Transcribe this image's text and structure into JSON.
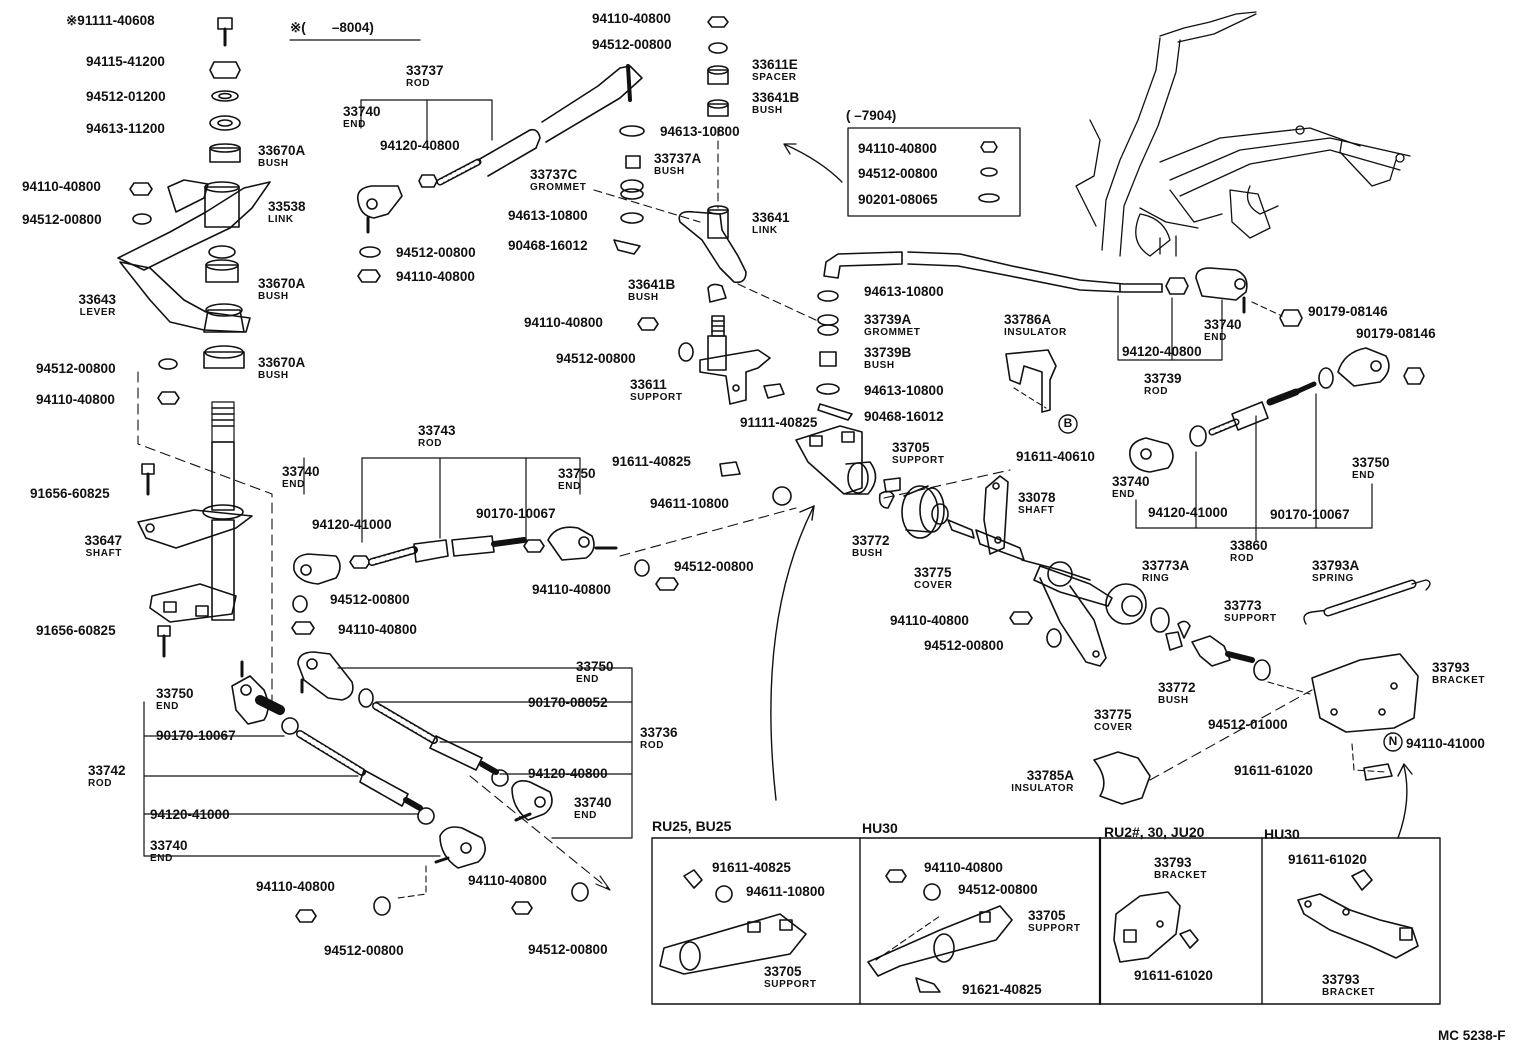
{
  "header": {
    "prefix": "※(",
    "serial": "–8004)"
  },
  "footer": {
    "code": "MC 5238-F"
  },
  "inset_range": "(       –7904)",
  "markers": {
    "b": "B",
    "n": "N"
  },
  "parts": {
    "p1": {
      "num": "※91111-40608"
    },
    "p2": {
      "num": "94115-41200"
    },
    "p3": {
      "num": "94512-01200"
    },
    "p4": {
      "num": "94613-11200"
    },
    "p5": {
      "num": "33670A",
      "name": "BUSH"
    },
    "p6": {
      "num": "94110-40800"
    },
    "p7": {
      "num": "94512-00800"
    },
    "p8": {
      "num": "33538",
      "name": "LINK"
    },
    "p9": {
      "num": "33670A",
      "name": "BUSH"
    },
    "p10": {
      "num": "33643",
      "name": "LEVER"
    },
    "p11": {
      "num": "94512-00800"
    },
    "p12": {
      "num": "33670A",
      "name": "BUSH"
    },
    "p13": {
      "num": "94110-40800"
    },
    "p14": {
      "num": "91656-60825"
    },
    "p15": {
      "num": "33647",
      "name": "SHAFT"
    },
    "p16": {
      "num": "91656-60825"
    },
    "p17": {
      "num": "33737",
      "name": "ROD"
    },
    "p18": {
      "num": "33740",
      "name": "END"
    },
    "p19": {
      "num": "94120-40800"
    },
    "p20": {
      "num": "94512-00800"
    },
    "p21": {
      "num": "94110-40800"
    },
    "p22": {
      "num": "94110-40800"
    },
    "p23": {
      "num": "94512-00800"
    },
    "p24": {
      "num": "33611E",
      "name": "SPACER"
    },
    "p25": {
      "num": "33641B",
      "name": "BUSH"
    },
    "p26": {
      "num": "94613-10800"
    },
    "p27": {
      "num": "33737A",
      "name": "BUSH"
    },
    "p28": {
      "num": "33737C",
      "name": "GROMMET"
    },
    "p29": {
      "num": "94613-10800"
    },
    "p30": {
      "num": "33641",
      "name": "LINK"
    },
    "p31": {
      "num": "90468-16012"
    },
    "p32": {
      "num": "33641B",
      "name": "BUSH"
    },
    "p33": {
      "num": "94110-40800"
    },
    "p34": {
      "num": "94512-00800"
    },
    "p35": {
      "num": "33611",
      "name": "SUPPORT"
    },
    "p36": {
      "num": "91111-40825"
    },
    "p37": {
      "num": "94110-40800"
    },
    "p38": {
      "num": "94512-00800"
    },
    "p39": {
      "num": "90201-08065"
    },
    "p40": {
      "num": "94613-10800"
    },
    "p41": {
      "num": "33739A",
      "name": "GROMMET"
    },
    "p42": {
      "num": "33739B",
      "name": "BUSH"
    },
    "p43": {
      "num": "94613-10800"
    },
    "p44": {
      "num": "90468-16012"
    },
    "p45": {
      "num": "33786A",
      "name": "INSULATOR"
    },
    "p46": {
      "num": "33740",
      "name": "END"
    },
    "p47": {
      "num": "94120-40800"
    },
    "p48": {
      "num": "33739",
      "name": "ROD"
    },
    "p49": {
      "num": "90179-08146"
    },
    "p50": {
      "num": "90179-08146"
    },
    "p51": {
      "num": "33743",
      "name": "ROD"
    },
    "p52": {
      "num": "33740",
      "name": "END"
    },
    "p53": {
      "num": "33750",
      "name": "END"
    },
    "p54": {
      "num": "94120-41000"
    },
    "p55": {
      "num": "90170-10067"
    },
    "p56": {
      "num": "91611-40825"
    },
    "p57": {
      "num": "94611-10800"
    },
    "p58": {
      "num": "33705",
      "name": "SUPPORT"
    },
    "p59": {
      "num": "91611-40610"
    },
    "p60": {
      "num": "33740",
      "name": "END"
    },
    "p61": {
      "num": "33750",
      "name": "END"
    },
    "p62": {
      "num": "94512-00800"
    },
    "p63": {
      "num": "94110-40800"
    },
    "p64": {
      "num": "94512-00800"
    },
    "p65": {
      "num": "94110-40800"
    },
    "p66": {
      "num": "33772",
      "name": "BUSH"
    },
    "p67": {
      "num": "33775",
      "name": "COVER"
    },
    "p68": {
      "num": "33078",
      "name": "SHAFT"
    },
    "p69": {
      "num": "94120-41000"
    },
    "p70": {
      "num": "90170-10067"
    },
    "p71": {
      "num": "33860",
      "name": "ROD"
    },
    "p72": {
      "num": "33773A",
      "name": "RING"
    },
    "p73": {
      "num": "33793A",
      "name": "SPRING"
    },
    "p74": {
      "num": "94110-40800"
    },
    "p75": {
      "num": "94512-00800"
    },
    "p76": {
      "num": "33773",
      "name": "SUPPORT"
    },
    "p77": {
      "num": "33750",
      "name": "END"
    },
    "p78": {
      "num": "33750",
      "name": "END"
    },
    "p79": {
      "num": "90170-08052"
    },
    "p80": {
      "num": "90170-10067"
    },
    "p81": {
      "num": "33736",
      "name": "ROD"
    },
    "p82": {
      "num": "33742",
      "name": "ROD"
    },
    "p83": {
      "num": "94120-40800"
    },
    "p84": {
      "num": "94120-41000"
    },
    "p85": {
      "num": "33740",
      "name": "END"
    },
    "p86": {
      "num": "33740",
      "name": "END"
    },
    "p87": {
      "num": "94110-40800"
    },
    "p88": {
      "num": "94110-40800"
    },
    "p89": {
      "num": "94512-00800"
    },
    "p90": {
      "num": "94512-00800"
    },
    "p91": {
      "num": "33772",
      "name": "BUSH"
    },
    "p92": {
      "num": "33775",
      "name": "COVER"
    },
    "p93": {
      "num": "94512-01000"
    },
    "p94": {
      "num": "33793",
      "name": "BRACKET"
    },
    "p95": {
      "num": "94110-41000"
    },
    "p96": {
      "num": "91611-61020"
    },
    "p97": {
      "num": "33785A",
      "name": "INSULATOR"
    }
  },
  "panels": {
    "a": {
      "title": "RU25, BU25",
      "parts": [
        {
          "num": "91611-40825"
        },
        {
          "num": "94611-10800"
        },
        {
          "num": "33705",
          "name": "SUPPORT"
        }
      ]
    },
    "b": {
      "title": "HU30",
      "parts": [
        {
          "num": "94110-40800"
        },
        {
          "num": "94512-00800"
        },
        {
          "num": "33705",
          "name": "SUPPORT"
        },
        {
          "num": "91621-40825"
        }
      ]
    },
    "c": {
      "title": "RU2#, 30, JU20",
      "parts": [
        {
          "num": "33793",
          "name": "BRACKET"
        },
        {
          "num": "91611-61020"
        }
      ]
    },
    "d": {
      "title": "HU30",
      "parts": [
        {
          "num": "91611-61020"
        },
        {
          "num": "33793",
          "name": "BRACKET"
        }
      ]
    }
  }
}
